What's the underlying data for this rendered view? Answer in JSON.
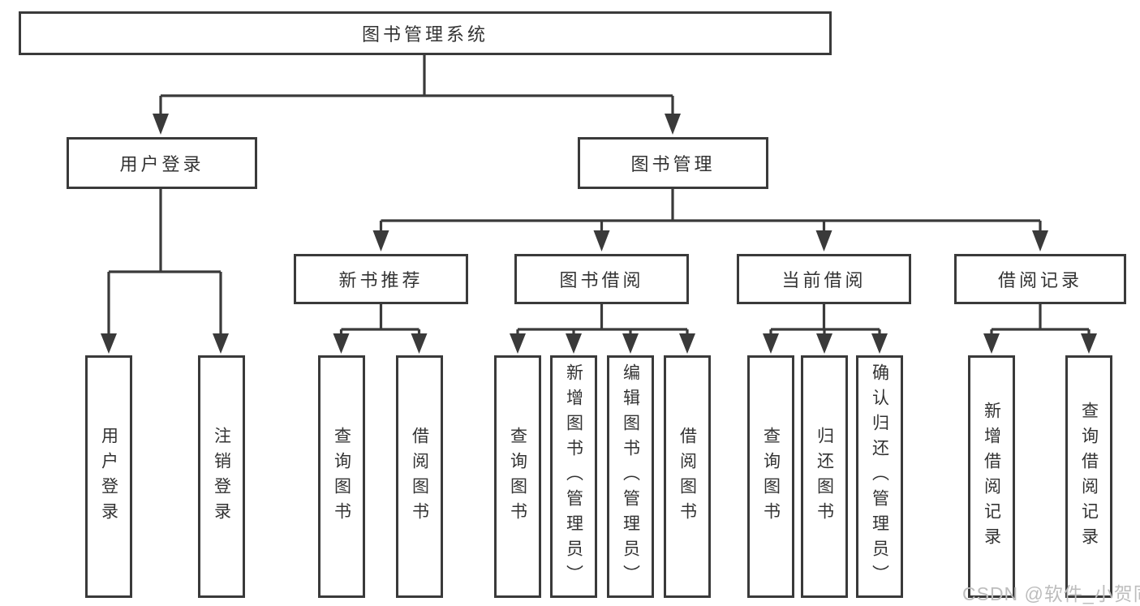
{
  "tree": {
    "root": "图书管理系统",
    "login": {
      "label": "用户登录",
      "leaves": [
        "用户登录",
        "注销登录"
      ]
    },
    "management": {
      "label": "图书管理",
      "groups": [
        {
          "label": "新书推荐",
          "leaves": [
            "查询图书",
            "借阅图书"
          ]
        },
        {
          "label": "图书借阅",
          "leaves": [
            "查询图书",
            "新增图书（管理员）",
            "编辑图书（管理员）",
            "借阅图书"
          ]
        },
        {
          "label": "当前借阅",
          "leaves": [
            "查询图书",
            "归还图书",
            "确认归还（管理员）"
          ]
        },
        {
          "label": "借阅记录",
          "leaves": [
            "新增借阅记录",
            "查询借阅记录"
          ]
        }
      ]
    }
  },
  "watermark": "CSDN @软件_小贺同学",
  "colors": {
    "line": "#3a3a3a",
    "text": "#333333",
    "watermark": "#bdbdbd",
    "background": "#ffffff"
  }
}
